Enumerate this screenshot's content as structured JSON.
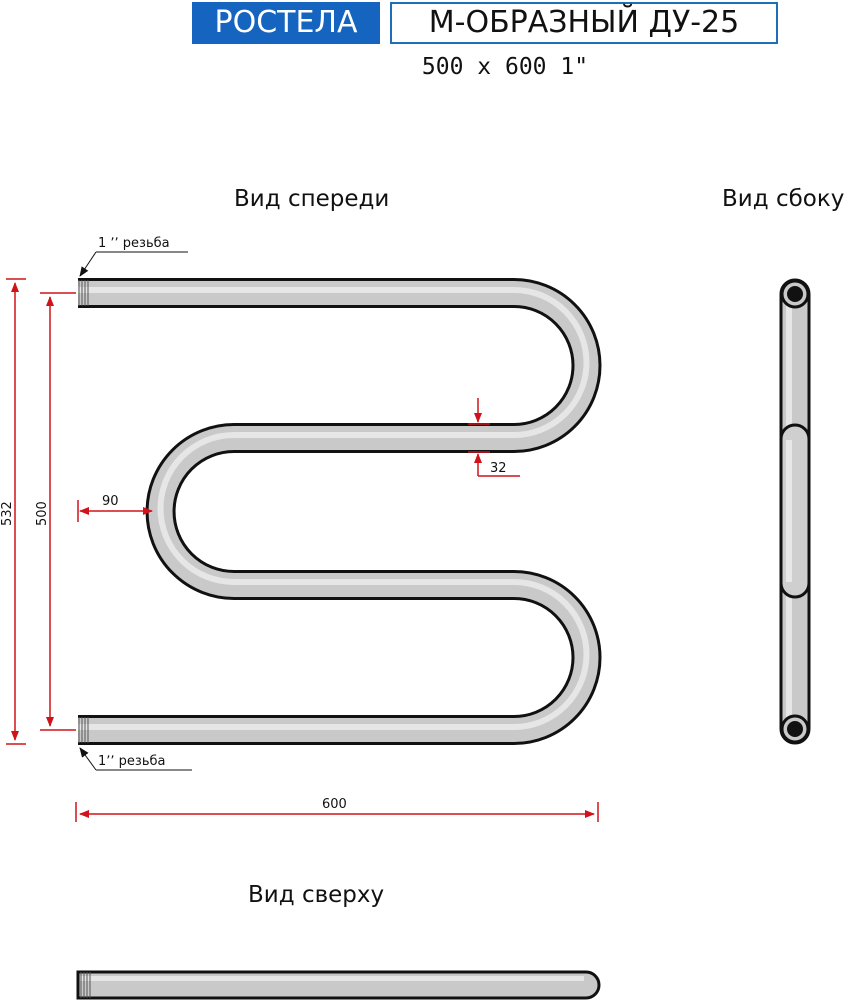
{
  "header": {
    "brand": "РОСТЕЛА",
    "model": "М-ОБРАЗНЫЙ ДУ-25",
    "size": "500 x 600 1\""
  },
  "views": {
    "front": "Вид спереди",
    "side": "Вид сбоку",
    "top": "Вид сверху"
  },
  "dimensions": {
    "thread_top": "1 ʼʼ резьба",
    "thread_bottom": "1ʼʼ резьба",
    "total_height": "532",
    "axis_height": "500",
    "offset": "90",
    "pipe_diameter": "32",
    "width": "600"
  },
  "colors": {
    "dimension": "#d0121b",
    "brand_bg": "#1565c0",
    "pipe_fill": "#cfcfcf",
    "outline": "#111111"
  }
}
